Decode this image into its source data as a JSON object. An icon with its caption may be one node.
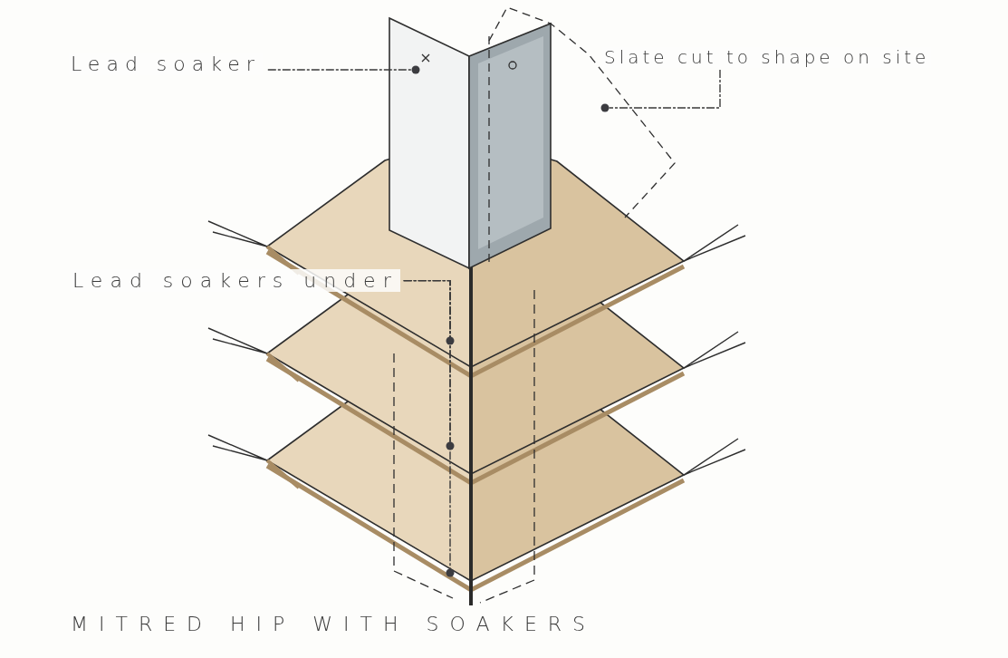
{
  "diagram": {
    "title": "MITRED HIP WITH SOAKERS",
    "nodes": [
      {
        "text": [
          "Lead soaker"
        ]
      },
      {
        "text": [],
        "shape": "circle"
      },
      {
        "text": [
          "Slate cut to shape on site"
        ]
      },
      {
        "text": [],
        "shape": "circle"
      },
      {
        "text": [
          "Lead soakers under"
        ]
      },
      {
        "text": [],
        "shape": "circle"
      },
      {
        "text": [],
        "shape": "circle"
      },
      {
        "text": [],
        "shape": "circle"
      }
    ],
    "edges": [
      {
        "from": 0,
        "to": 1,
        "arrow": "none"
      },
      {
        "from": 2,
        "to": 3,
        "arrow": "none"
      },
      {
        "from": 4,
        "to": 5,
        "arrow": "none"
      },
      {
        "from": 4,
        "to": 6,
        "arrow": "none"
      },
      {
        "from": 4,
        "to": 7,
        "arrow": "none"
      }
    ]
  }
}
